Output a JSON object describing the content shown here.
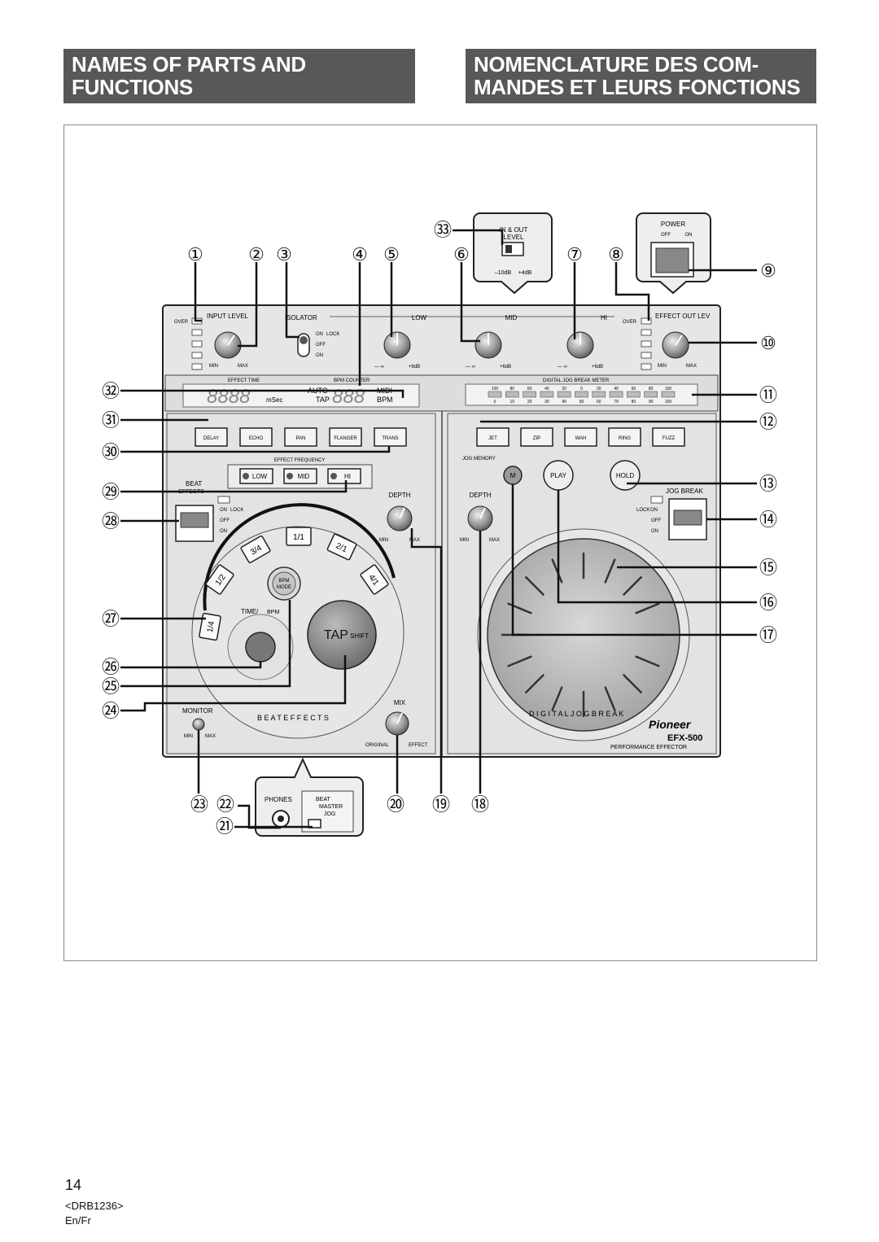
{
  "header": {
    "left_line1": "NAMES OF PARTS AND",
    "left_line2": "FUNCTIONS",
    "right_line1": "NOMENCLATURE DES COM-",
    "right_line2": "MANDES ET LEURS FONCTIONS"
  },
  "callouts": [
    "①",
    "②",
    "③",
    "④",
    "⑤",
    "⑥",
    "⑦",
    "⑧",
    "⑨",
    "⑩",
    "⑪",
    "⑫",
    "⑬",
    "⑭",
    "⑮",
    "⑯",
    "⑰",
    "⑱",
    "⑲",
    "⑳",
    "㉑",
    "㉒",
    "㉓",
    "㉔",
    "㉕",
    "㉖",
    "㉗",
    "㉘",
    "㉙",
    "㉚",
    "㉛",
    "㉜",
    "㉝"
  ],
  "panel": {
    "in_out_level": "IN & OUT",
    "in_out_level2": "LEVEL",
    "minus10": "–10dB",
    "plus4": "+4dB",
    "power": "POWER",
    "power_off": "OFF",
    "power_on": "ON",
    "over": "OVER",
    "input_level": "INPUT LEVEL",
    "isolator": "ISOLATOR",
    "low": "LOW",
    "mid": "MID",
    "hi": "HI",
    "effect_out_lev": "EFFECT OUT LEV",
    "on_lock": "ON",
    "lock": "LOCK",
    "off": "OFF",
    "on": "ON",
    "min": "MIN",
    "max": "MAX",
    "minus_inf": "— ∞",
    "plus6": "+6dB",
    "effect_time": "EFFECT TIME",
    "bpm_counter": "BPM COUNTER",
    "digital_jog_break_meter": "DIGITAL JOG BREAK METER",
    "auto": "AUTO",
    "tap": "TAP",
    "midi": "MIDI",
    "bpm": "BPM",
    "msec": "mSec",
    "digits4": "8888",
    "digits3": "888",
    "meter_top": [
      "100",
      "80",
      "60",
      "40",
      "20",
      "0",
      "20",
      "40",
      "60",
      "80",
      "100"
    ],
    "meter_bottom": [
      "0",
      "10",
      "20",
      "30",
      "40",
      "50",
      "60",
      "70",
      "80",
      "90",
      "100"
    ],
    "beat_buttons": [
      "DELAY",
      "ECHO",
      "PAN",
      "FLANGER",
      "TRANS"
    ],
    "jog_buttons": [
      "JET",
      "ZIP",
      "WAH",
      "RING",
      "FUZZ"
    ],
    "effect_frequency": "EFFECT FREQUENCY",
    "freq_buttons": [
      "LOW",
      "MID",
      "HI"
    ],
    "beat_effects_label": "BEAT",
    "beat_effects_label2": "EFFECTS",
    "jog_memory": "JOG MEMORY",
    "m": "M",
    "play": "PLAY",
    "hold": "HOLD",
    "jog_break": "JOG BREAK",
    "depth": "DEPTH",
    "fractions": [
      "1/4",
      "1/2",
      "3/4",
      "1/1",
      "2/1",
      "4/1"
    ],
    "bpm_mode": "BPM",
    "bpm_mode2": "MODE",
    "time_bpm": "TIME/",
    "time_bpm2": "BPM",
    "tap_shift": "TAP",
    "shift": "SHIFT",
    "beat_effects_arc": "B E A T   E F F E C T S",
    "digital_jog_break_arc": "D I G I T A L   J O G   B R E A K",
    "monitor": "MONITOR",
    "mix": "MIX",
    "original": "ORIGINAL",
    "effect": "EFFECT",
    "brand": "Pioneer",
    "model": "EFX-500",
    "performance_effector": "PERFORMANCE EFFECTOR",
    "phones": "PHONES",
    "beat_sel": "BEAT",
    "master_sel": "MASTER",
    "jog_sel": "JOG"
  },
  "footer": {
    "page_number": "14",
    "doc_code": "<DRB1236>",
    "language": "En/Fr"
  }
}
